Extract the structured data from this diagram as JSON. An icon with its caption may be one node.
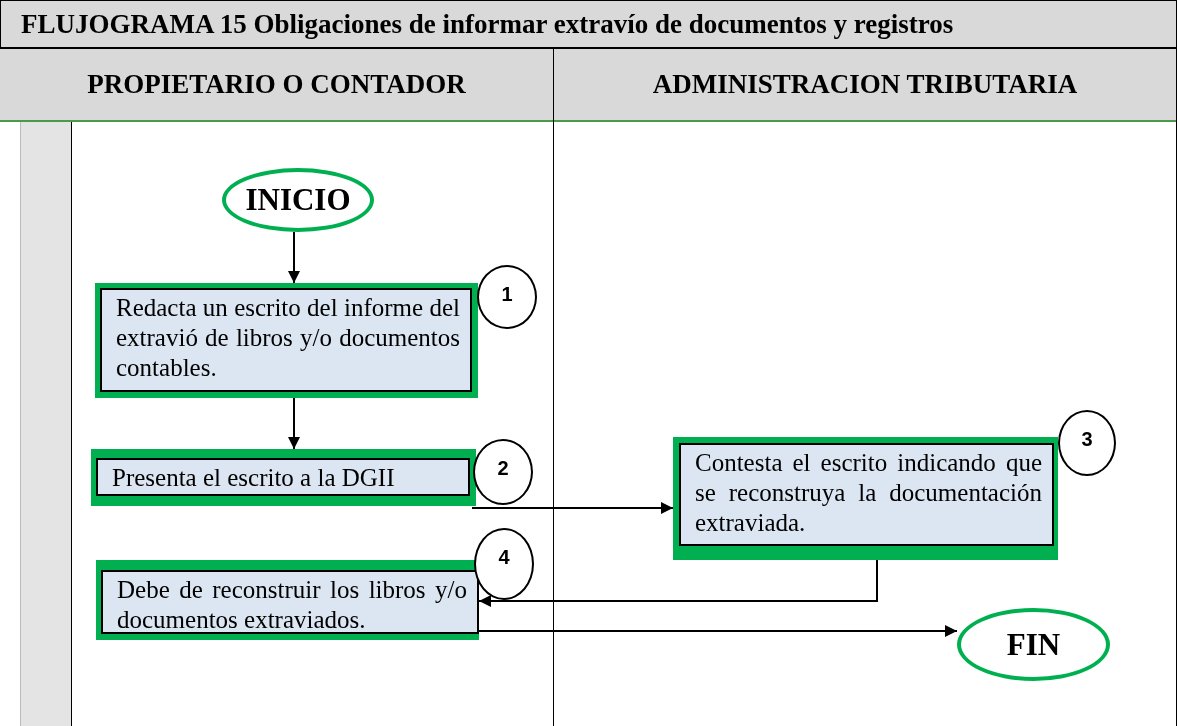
{
  "diagram": {
    "title": "FLUJOGRAMA 15 Obligaciones de informar extravío de documentos y registros",
    "nodes": [
      {
        "text": [
          "PROPIETARIO O CONTADOR"
        ]
      },
      {
        "text": [
          "ADMINISTRACION TRIBUTARIA"
        ]
      },
      {
        "text": [
          "INICIO"
        ],
        "in": 0
      },
      {
        "text": [
          "Redacta un escrito del informe del extravió de libros y/o documentos contables."
        ],
        "in": 0
      },
      {
        "text": [
          "1"
        ],
        "in": 0
      },
      {
        "text": [
          "Presenta el escrito a la DGII"
        ],
        "in": 0
      },
      {
        "text": [
          "2"
        ],
        "in": 0
      },
      {
        "text": [
          "Contesta el escrito indicando que se reconstruya la documentación extraviada."
        ],
        "in": 1
      },
      {
        "text": [
          "3"
        ],
        "in": 1
      },
      {
        "text": [
          "Debe de reconstruir los libros y/o documentos extraviados."
        ],
        "in": 0
      },
      {
        "text": [
          "4"
        ],
        "in": 0
      },
      {
        "text": [
          "FIN"
        ],
        "in": 1
      }
    ],
    "edges": [
      {
        "from": 2,
        "to": 3,
        "arrow": "to"
      },
      {
        "from": 3,
        "to": 5,
        "arrow": "to"
      },
      {
        "from": 5,
        "to": 7,
        "arrow": "to"
      },
      {
        "from": 7,
        "to": 9,
        "arrow": "to"
      },
      {
        "from": 9,
        "to": 11,
        "arrow": "to"
      }
    ]
  }
}
